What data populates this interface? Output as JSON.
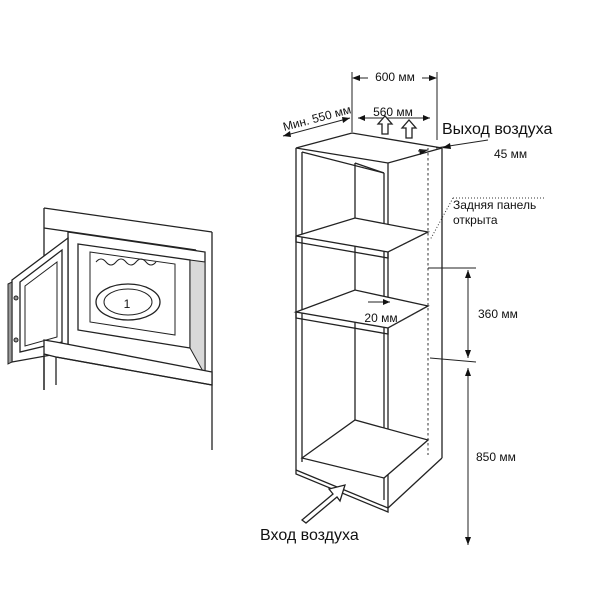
{
  "labels": {
    "width_600": "600 мм",
    "min_550": "Мин. 550 мм",
    "width_560": "560 мм",
    "air_out": "Выход воздуха",
    "gap_45": "45 мм",
    "back_panel_line1": "Задняя панель",
    "back_panel_line2": "открыта",
    "gap_20": "20 мм",
    "height_360": "360 мм",
    "height_850": "850 мм",
    "air_in": "Вход воздуха"
  },
  "microwave": {
    "plate_marker": "1"
  }
}
